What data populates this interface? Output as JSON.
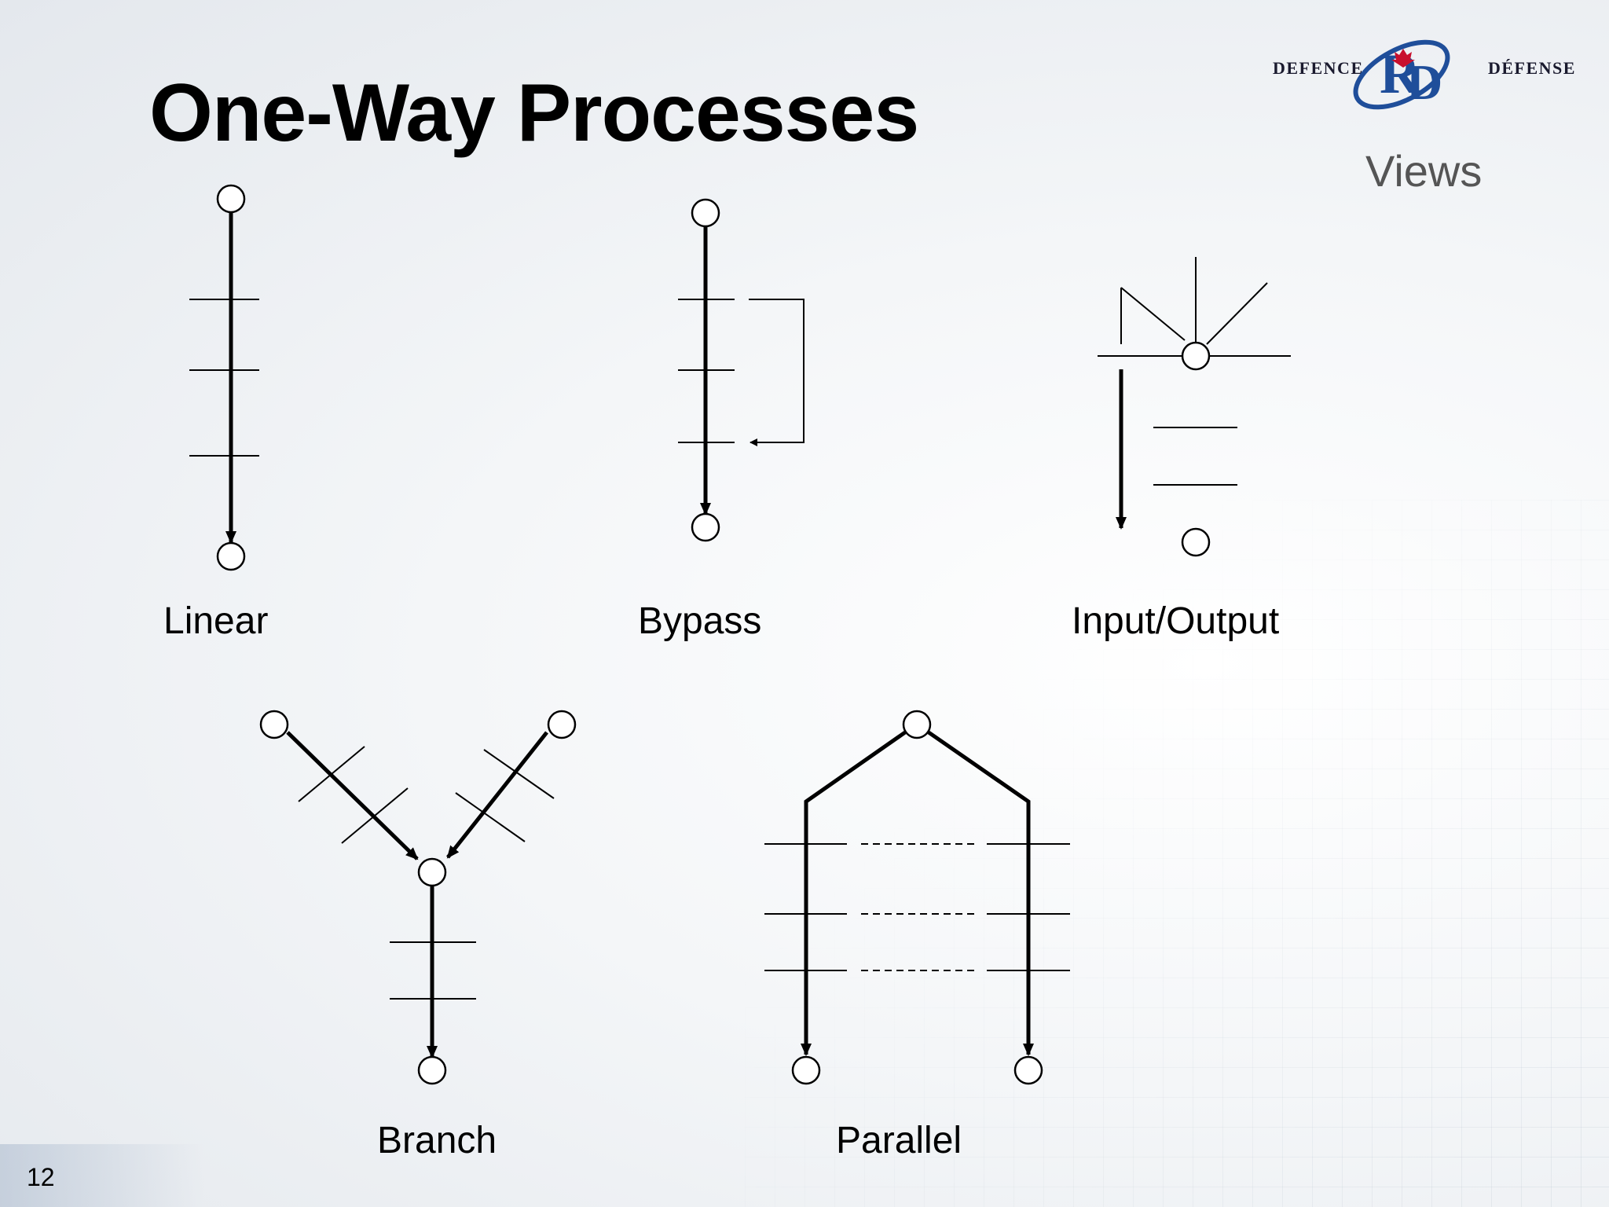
{
  "slide": {
    "title": "One-Way Processes",
    "subtitle": "Views",
    "page_number": "12"
  },
  "logo": {
    "left_text": "DEFENCE",
    "right_text": "DÉFENSE",
    "mark": "R&D",
    "brand_color": "#1f4e9a"
  },
  "diagrams": {
    "linear": {
      "label": "Linear"
    },
    "bypass": {
      "label": "Bypass"
    },
    "input_output": {
      "label": "Input/Output"
    },
    "branch": {
      "label": "Branch"
    },
    "parallel": {
      "label": "Parallel"
    }
  }
}
